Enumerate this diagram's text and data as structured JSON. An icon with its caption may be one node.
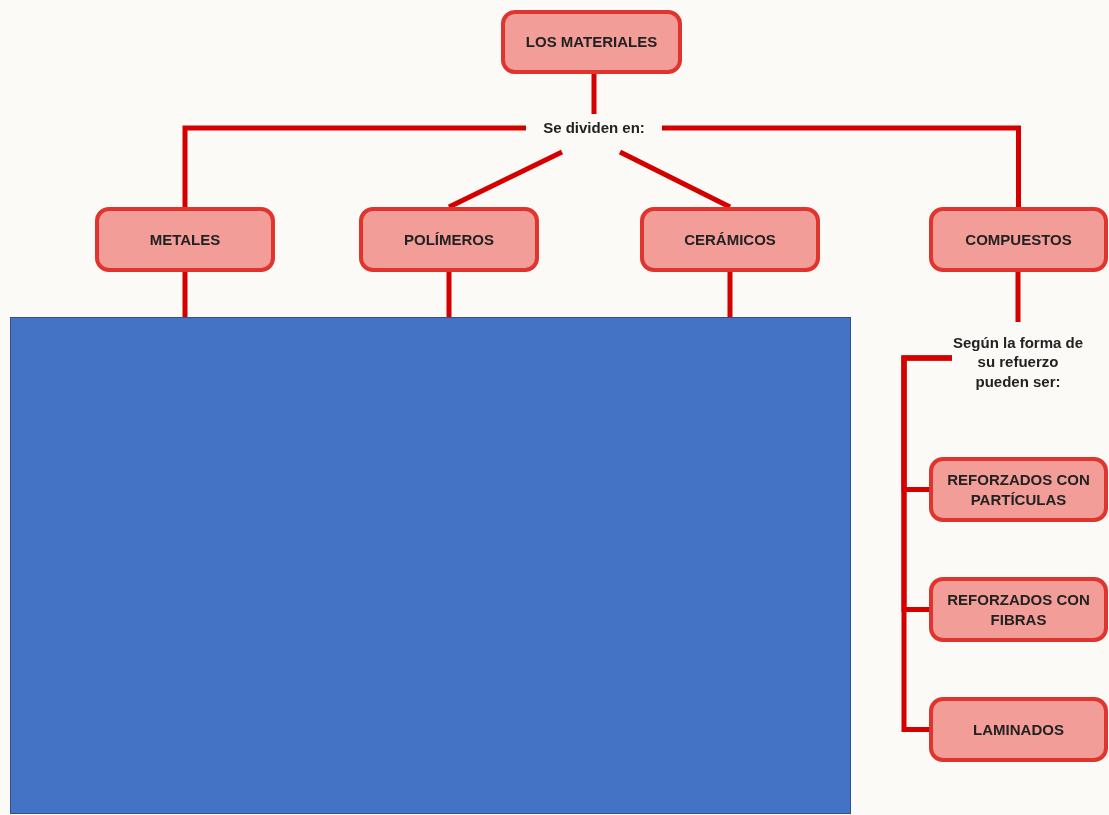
{
  "diagram": {
    "nodes": [
      {
        "text": [
          "LOS MATERIALES"
        ]
      },
      {
        "text": [
          "Se dividen en:"
        ]
      },
      {
        "text": [
          "METALES"
        ]
      },
      {
        "text": [
          "POLÍMEROS"
        ]
      },
      {
        "text": [
          "CERÁMICOS"
        ]
      },
      {
        "text": [
          "COMPUESTOS"
        ]
      },
      {
        "text": [],
        "shape": "box"
      },
      {
        "text": [
          "Según la forma de su refuerzo pueden ser:"
        ]
      },
      {
        "text": [
          "REFORZADOS CON PARTÍCULAS"
        ]
      },
      {
        "text": [
          "REFORZADOS CON FIBRAS"
        ]
      },
      {
        "text": [
          "LAMINADOS"
        ]
      }
    ],
    "edges": [
      {
        "from": 0,
        "to": 1,
        "arrow": "none"
      },
      {
        "from": 1,
        "to": 2,
        "arrow": "none"
      },
      {
        "from": 1,
        "to": 3,
        "arrow": "none"
      },
      {
        "from": 1,
        "to": 4,
        "arrow": "none"
      },
      {
        "from": 1,
        "to": 5,
        "arrow": "none"
      },
      {
        "from": 2,
        "to": 6,
        "arrow": "none"
      },
      {
        "from": 3,
        "to": 6,
        "arrow": "none"
      },
      {
        "from": 4,
        "to": 6,
        "arrow": "none"
      },
      {
        "from": 5,
        "to": 7,
        "arrow": "none"
      },
      {
        "from": 7,
        "to": 8,
        "arrow": "none"
      },
      {
        "from": 7,
        "to": 9,
        "arrow": "none"
      },
      {
        "from": 7,
        "to": 10,
        "arrow": "none"
      }
    ]
  }
}
